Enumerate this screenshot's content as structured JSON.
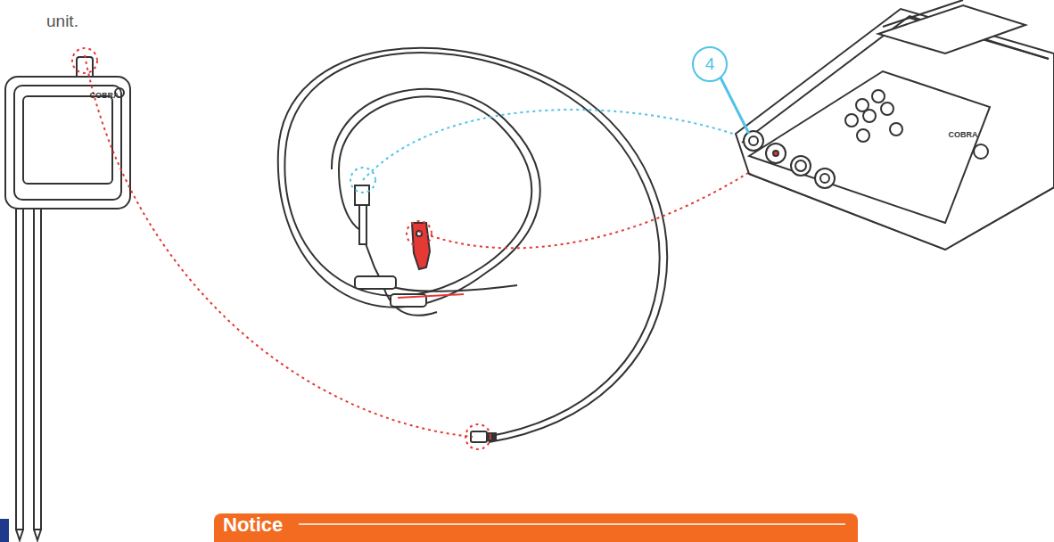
{
  "diagram": {
    "nodes": [
      {
        "text": [
          "Notice"
        ]
      }
    ],
    "labels": [
      "unit.",
      "4",
      "COBRA",
      "COBRA"
    ]
  }
}
